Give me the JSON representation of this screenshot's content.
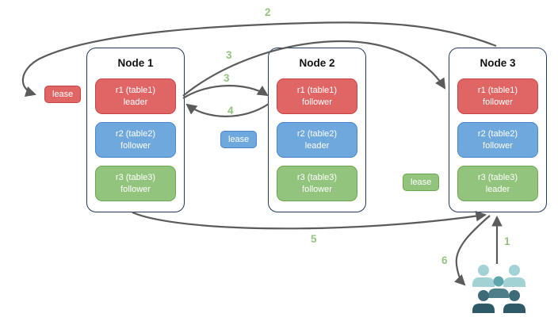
{
  "nodes": [
    {
      "title": "Node 1",
      "replicas": [
        {
          "label": "r1 (table1)",
          "role": "leader",
          "color": "#e06666"
        },
        {
          "label": "r2 (table2)",
          "role": "follower",
          "color": "#6fa8dc"
        },
        {
          "label": "r3 (table3)",
          "role": "follower",
          "color": "#93c47d"
        }
      ]
    },
    {
      "title": "Node 2",
      "replicas": [
        {
          "label": "r1 (table1)",
          "role": "follower",
          "color": "#e06666"
        },
        {
          "label": "r2 (table2)",
          "role": "leader",
          "color": "#6fa8dc"
        },
        {
          "label": "r3 (table3)",
          "role": "follower",
          "color": "#93c47d"
        }
      ]
    },
    {
      "title": "Node 3",
      "replicas": [
        {
          "label": "r1 (table1)",
          "role": "follower",
          "color": "#e06666"
        },
        {
          "label": "r2 (table2)",
          "role": "follower",
          "color": "#6fa8dc"
        },
        {
          "label": "r3 (table3)",
          "role": "leader",
          "color": "#93c47d"
        }
      ]
    }
  ],
  "leases": [
    {
      "label": "lease",
      "color": "#e06666",
      "position": "left of Node 1"
    },
    {
      "label": "lease",
      "color": "#6fa8dc",
      "position": "left of Node 2"
    },
    {
      "label": "lease",
      "color": "#93c47d",
      "position": "left of Node 3"
    }
  ],
  "steps": {
    "1": "1",
    "2": "2",
    "3a": "3",
    "3b": "3",
    "4": "4",
    "5": "5",
    "6": "6"
  },
  "edges": [
    {
      "step": "1",
      "from": "users",
      "to": "node-3 bottom"
    },
    {
      "step": "2",
      "from": "node-3 top",
      "to": "red lease (left of node-1)"
    },
    {
      "step": "3",
      "from": "node-1 r1 leader",
      "to": "node-3 r1 follower"
    },
    {
      "step": "3",
      "from": "node-1 r1 leader",
      "to": "node-2 r1 follower"
    },
    {
      "step": "4",
      "from": "node-2 r1 follower",
      "to": "node-1 r1 leader"
    },
    {
      "step": "5",
      "from": "node-1 bottom",
      "to": "node-3 bottom"
    },
    {
      "step": "6",
      "from": "node-3 bottom",
      "to": "users"
    }
  ],
  "icons": {
    "users": "users-group"
  },
  "colors": {
    "red_fill": "#e06666",
    "red_border": "#c74444",
    "blue_fill": "#6fa8dc",
    "blue_border": "#4a86c8",
    "green_fill": "#93c47d",
    "green_border": "#6aa84f",
    "node_border": "#23395d",
    "arrow": "#5b5b5b",
    "step_number": "#93c47d",
    "users_light": "#a2d2d4",
    "users_mid": "#5ea6ac",
    "users_dark": "#2e5a68"
  }
}
